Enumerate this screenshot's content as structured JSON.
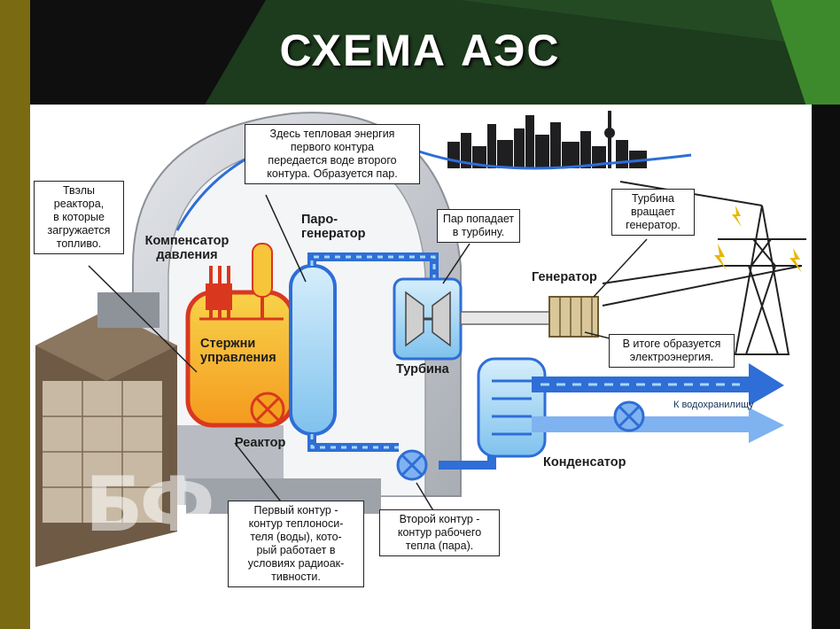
{
  "title": "СХЕМА АЭС",
  "colors": {
    "frame_dark_green": "#1e3d1e",
    "frame_olive": "#8a7a14",
    "accent_green": "#3f8f2e",
    "primary_loop_orange": "#f3a21e",
    "primary_loop_red": "#d9381f",
    "secondary_loop_blue": "#2e6ed6",
    "water_light_blue": "#a6d8f5"
  },
  "labels": {
    "kompensator": "Компенсатор\nдавления",
    "parogenerator": "Паро-\nгенератор",
    "sterzhni": "Стержни\nуправления",
    "reaktor": "Реактор",
    "turbina": "Турбина",
    "generator": "Генератор",
    "kondensator": "Конденсатор",
    "k_vodohranilishu": "К водохранилищу"
  },
  "notes": {
    "tvely": "Твэлы\nреактора,\nв которые\nзагружается\nтопливо.",
    "teplovaya_energiya": "Здесь тепловая энергия\nпервого контура\nпередается воде второго\nконтура. Образуется пар.",
    "par_popadaet": "Пар попадает\nв турбину.",
    "turbina_vrashaet": "Турбина\nвращает\nгенератор.",
    "v_itoge": "В итоге образуется\nэлектроэнергия.",
    "pervyy_kontur": "Первый контур -\nконтур теплоноси-\nтеля (воды), кото-\nрый работает в\nусловиях радиоак-\nтивности.",
    "vtoroy_kontur": "Второй контур -\nконтур рабочего\nтепла (пара)."
  },
  "watermark": "БФ"
}
